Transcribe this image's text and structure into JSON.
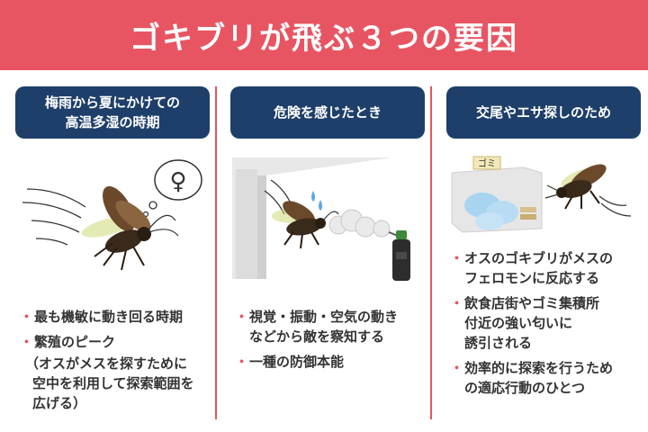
{
  "title": "ゴキブリが飛ぶ３つの要因",
  "columns": [
    {
      "label_lines": [
        "梅雨から夏にかけての",
        "高温多湿の時期"
      ],
      "bullets": [
        {
          "lines": [
            "最も機敏に動き回る時期"
          ]
        },
        {
          "lines": [
            "繁殖のピーク"
          ]
        }
      ],
      "note_lines": [
        "（オスがメスを探すために",
        "空中を利用して探索範囲を",
        "広げる）"
      ],
      "female_symbol": "♀"
    },
    {
      "label_lines": [
        "危険を感じたとき"
      ],
      "bullets": [
        {
          "lines": [
            "視覚・振動・空気の動き",
            "などから敵を察知する"
          ]
        },
        {
          "lines": [
            "一種の防御本能"
          ]
        }
      ]
    },
    {
      "label_lines": [
        "交尾やエサ探しのため"
      ],
      "bullets": [
        {
          "lines": [
            "オスのゴキブリがメスの",
            "フェロモンに反応する"
          ]
        },
        {
          "lines": [
            "飲食店街やゴミ集積所",
            "付近の強い匂いに",
            "誘引される"
          ]
        },
        {
          "lines": [
            "効率的に探索を行うため",
            "の適応行動のひとつ"
          ]
        }
      ],
      "sign_text": "ゴミ"
    }
  ],
  "colors": {
    "header": "#e85562",
    "label_box": "#1e3f6a",
    "bullet_dot": "#e85562"
  }
}
